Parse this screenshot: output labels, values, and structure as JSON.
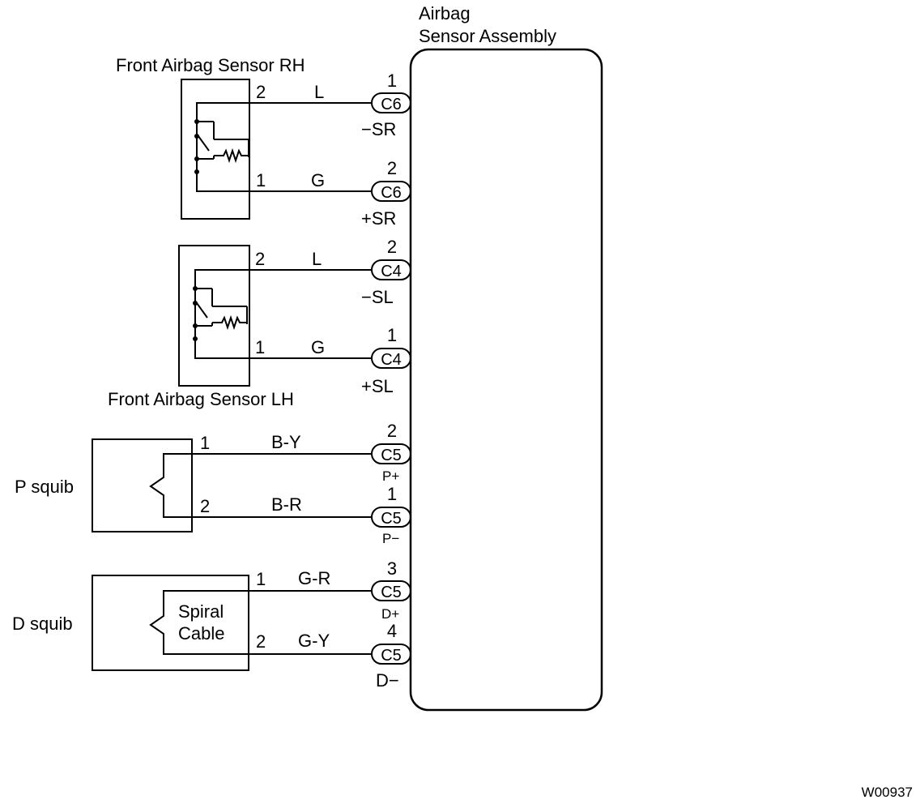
{
  "assembly": {
    "title_line1": "Airbag",
    "title_line2": "Sensor Assembly"
  },
  "sensor_rh": {
    "label": "Front Airbag Sensor RH",
    "top_wire": {
      "pin": "2",
      "color": "L",
      "conn_pin": "1",
      "connector": "C6",
      "signal": "−SR"
    },
    "bot_wire": {
      "pin": "1",
      "color": "G",
      "conn_pin": "2",
      "connector": "C6",
      "signal": "+SR"
    }
  },
  "sensor_lh": {
    "label": "Front Airbag Sensor LH",
    "top_wire": {
      "pin": "2",
      "color": "L",
      "conn_pin": "2",
      "connector": "C4",
      "signal": "−SL"
    },
    "bot_wire": {
      "pin": "1",
      "color": "G",
      "conn_pin": "1",
      "connector": "C4",
      "signal": "+SL"
    }
  },
  "p_squib": {
    "label": "P squib",
    "top_wire": {
      "pin": "1",
      "color": "B-Y",
      "conn_pin": "2",
      "connector": "C5",
      "signal": "P+"
    },
    "bot_wire": {
      "pin": "2",
      "color": "B-R",
      "conn_pin": "1",
      "connector": "C5",
      "signal": "P−"
    }
  },
  "d_squib": {
    "label": "D squib",
    "inner_line1": "Spiral",
    "inner_line2": "Cable",
    "top_wire": {
      "pin": "1",
      "color": "G-R",
      "conn_pin": "3",
      "connector": "C5",
      "signal": "D+"
    },
    "bot_wire": {
      "pin": "2",
      "color": "G-Y",
      "conn_pin": "4",
      "connector": "C5",
      "signal": "D−"
    }
  },
  "figure_id": "W00937"
}
